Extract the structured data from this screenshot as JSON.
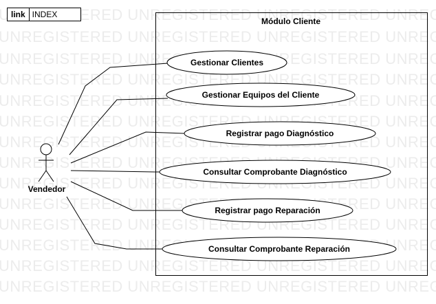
{
  "watermark": {
    "text": "UNREGISTERED UNREGISTERED UNREGISTERED UNREGISTERED UNREGISTERED"
  },
  "tab": {
    "kind": "link",
    "name": "INDEX"
  },
  "boundary": {
    "title": "Módulo Cliente"
  },
  "actor": {
    "name": "Vendedor",
    "icon": "stick-figure-icon"
  },
  "use_cases": [
    {
      "label": "Gestionar Clientes"
    },
    {
      "label": "Gestionar Equipos del Cliente"
    },
    {
      "label": "Registrar pago Diagnóstico"
    },
    {
      "label": "Consultar Comprobante Diagnóstico"
    },
    {
      "label": "Registrar pago Reparación"
    },
    {
      "label": "Consultar Comprobante Reparación"
    }
  ],
  "colors": {
    "stroke": "#000000",
    "watermark": "#ececec",
    "background": "#ffffff"
  }
}
